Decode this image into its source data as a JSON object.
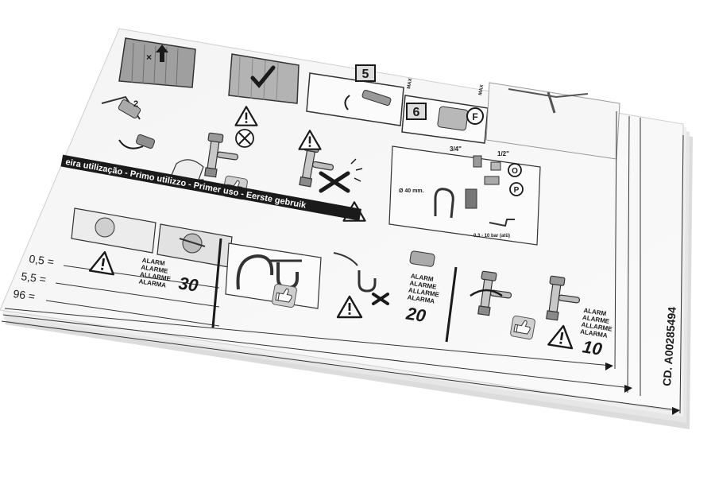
{
  "banner": {
    "text": "eira utilização - Primo utilizzo - Primer uso - Eerste gebruik"
  },
  "steps": [
    {
      "number": "5"
    },
    {
      "number": "6"
    }
  ],
  "markers": {
    "f": "F",
    "o": "O",
    "p": "P"
  },
  "fitting_labels": {
    "size_three_quarter": "3/4\"",
    "size_half": "1/2\"",
    "diameter": "Ø 40 mm.",
    "pressure": "0,3 - 10 bar (atü)",
    "max": "MAX"
  },
  "hardness_table": {
    "rows": [
      "0,5 =",
      "5,5 =",
      "96 ="
    ]
  },
  "alarm_blocks": [
    {
      "lines": [
        "ALARM",
        "ALARME",
        "ALLARME",
        "ALARMA"
      ],
      "code": "30"
    },
    {
      "lines": [
        "ALARM",
        "ALARME",
        "ALLARME",
        "ALARMA"
      ],
      "code": "20"
    },
    {
      "lines": [
        "ALARM",
        "ALARME",
        "ALLARME",
        "ALARMA"
      ],
      "code": "10"
    }
  ],
  "document_code": "CD. A00285494",
  "icon_names": [
    "warning-icon",
    "thumbs-up-icon",
    "x-mark-icon",
    "arrow-right-icon"
  ]
}
